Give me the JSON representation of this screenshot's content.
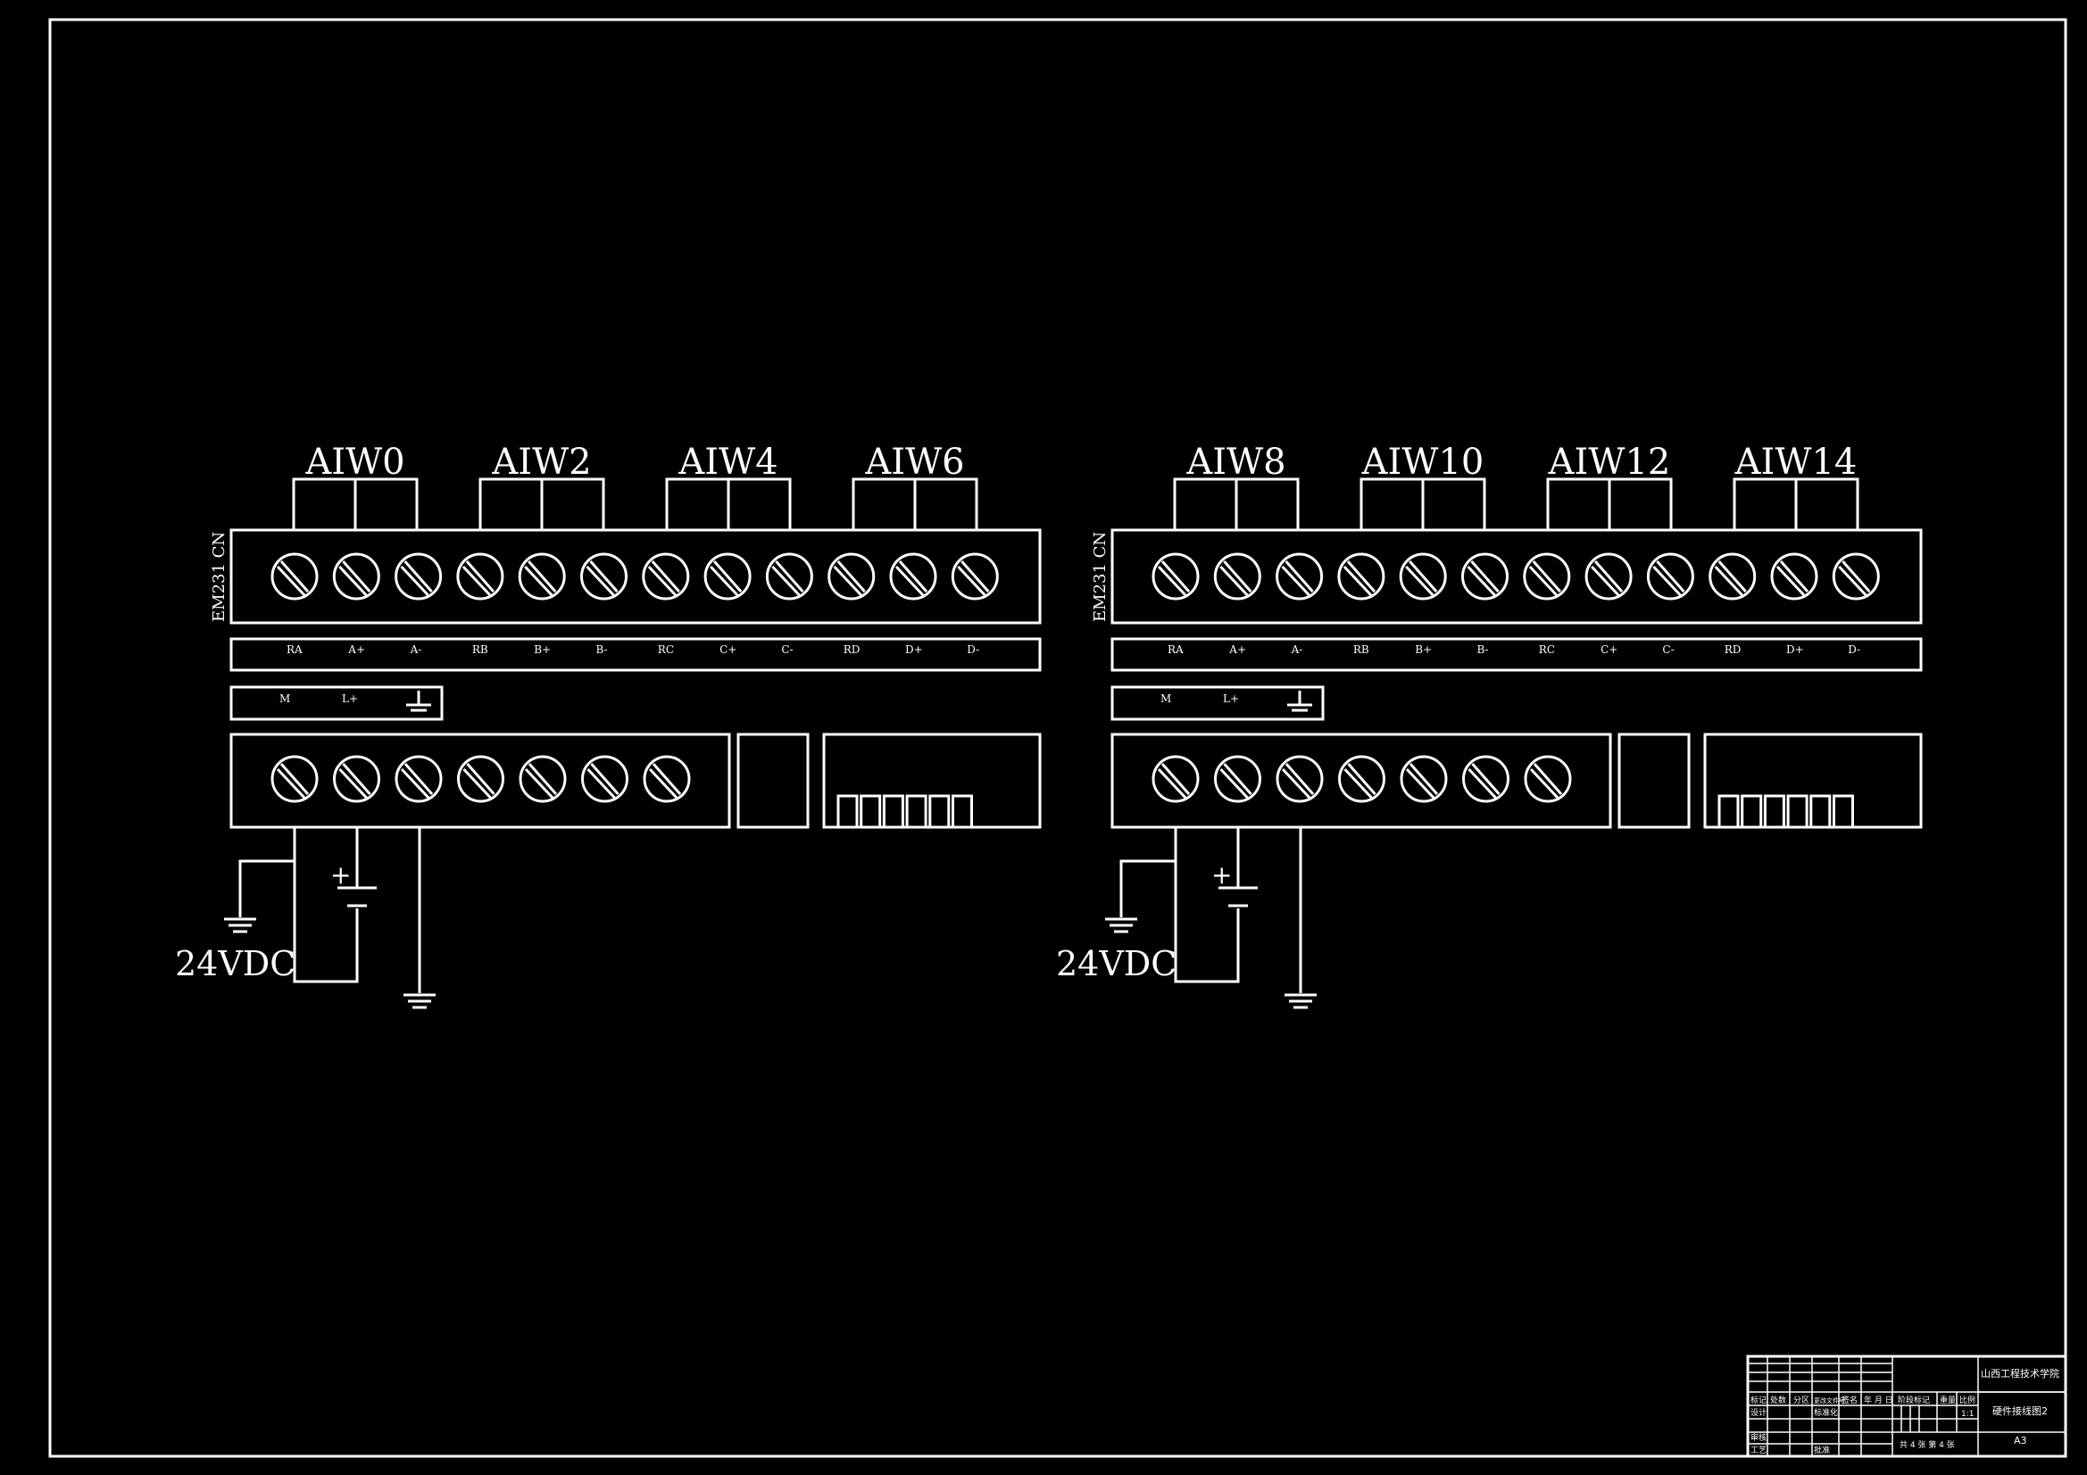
{
  "modules": [
    {
      "id": "left",
      "module_label": "EM231 CN",
      "channel_labels": [
        "AIW0",
        "AIW2",
        "AIW4",
        "AIW6"
      ],
      "terminal_labels": [
        "RA",
        "A+",
        "A-",
        "RB",
        "B+",
        "B-",
        "RC",
        "C+",
        "C-",
        "RD",
        "D+",
        "D-"
      ],
      "power_labels": [
        "M",
        "L+"
      ],
      "supply_label": "24VDC",
      "polarity": "+"
    },
    {
      "id": "right",
      "module_label": "EM231 CN",
      "channel_labels": [
        "AIW8",
        "AIW10",
        "AIW12",
        "AIW14"
      ],
      "terminal_labels": [
        "RA",
        "A+",
        "A-",
        "RB",
        "B+",
        "B-",
        "RC",
        "C+",
        "C-",
        "RD",
        "D+",
        "D-"
      ],
      "power_labels": [
        "M",
        "L+"
      ],
      "supply_label": "24VDC",
      "polarity": "+"
    }
  ],
  "title_block": {
    "institution": "山西工程技术学院",
    "drawing_title": "硬件接线图2",
    "sheet_size": "A3",
    "scale": "1:1",
    "sheet_info": "共 4 张 第 4 张",
    "header_cells": [
      "标记",
      "处数",
      "分区",
      "更改文件号",
      "签名",
      "年 月 日"
    ],
    "role_cells": [
      "设计",
      "审核",
      "工艺"
    ],
    "std_label": "标准化",
    "approve_label": "批准",
    "stage_label": "阶段标记",
    "weight_label": "重量",
    "ratio_label": "比例"
  }
}
